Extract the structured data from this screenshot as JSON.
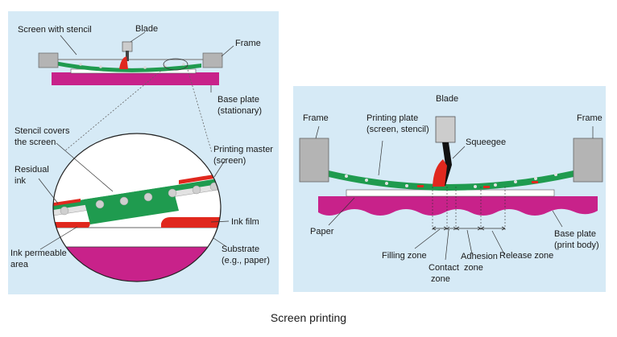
{
  "caption": "Screen printing",
  "left_panel": {
    "labels": {
      "screen_with_stencil": "Screen with stencil",
      "blade": "Blade",
      "frame": "Frame",
      "base_plate_1": "Base plate",
      "base_plate_2": "(stationary)",
      "stencil_covers_1": "Stencil covers",
      "stencil_covers_2": "the screen",
      "printing_master_1": "Printing master",
      "printing_master_2": "(screen)",
      "residual_1": "Residual",
      "residual_2": "ink",
      "ink_film": "Ink film",
      "ink_permeable_1": "Ink permeable",
      "ink_permeable_2": "area",
      "substrate_1": "Substrate",
      "substrate_2": "(e.g., paper)"
    }
  },
  "right_panel": {
    "labels": {
      "blade": "Blade",
      "frame_left": "Frame",
      "frame_right": "Frame",
      "printing_plate_1": "Printing plate",
      "printing_plate_2": "(screen, stencil)",
      "squeegee": "Squeegee",
      "paper": "Paper",
      "base_plate_1": "Base plate",
      "base_plate_2": "(print body)",
      "filling_zone": "Filling zone",
      "contact_1": "Contact",
      "contact_2": "zone",
      "adhesion_1": "Adhesion",
      "adhesion_2": "zone",
      "release_zone": "Release zone"
    }
  },
  "colors": {
    "panel_bg": "#d6eaf6",
    "magenta": "#c8228a",
    "green": "#1f9b4f",
    "red": "#e0281e",
    "frame_gray": "#b4b4b4"
  }
}
